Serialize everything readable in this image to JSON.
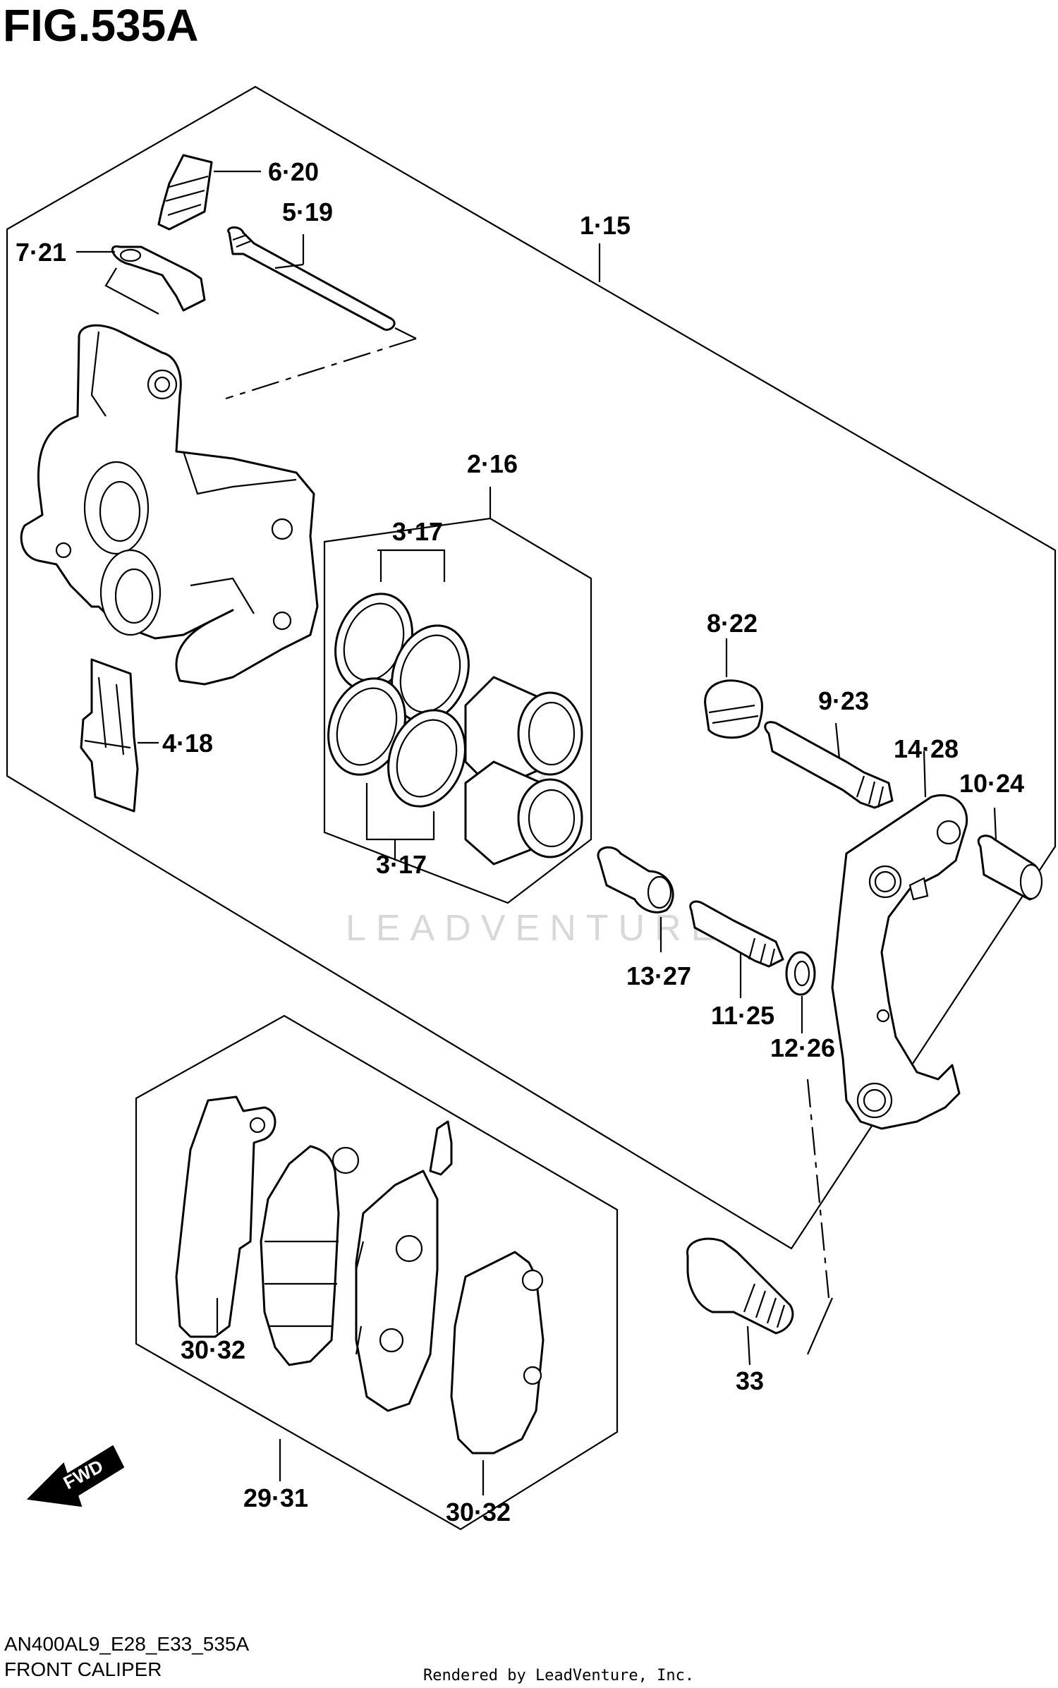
{
  "figure_title": "FIG.535A",
  "model_code": "AN400AL9_E28_E33_535A",
  "section_name": "FRONT CALIPER",
  "credit": "Rendered by LeadVenture, Inc.",
  "watermark": "LEADVENTURE",
  "fwd_label": "FWD",
  "callouts": {
    "c1": "1·15",
    "c2": "2·16",
    "c3a": "3·17",
    "c3b": "3·17",
    "c4": "4·18",
    "c5": "5·19",
    "c6": "6·20",
    "c7": "7·21",
    "c8": "8·22",
    "c9": "9·23",
    "c10": "10·24",
    "c11": "11·25",
    "c12": "12·26",
    "c13": "13·27",
    "c14": "14·28",
    "c29": "29·31",
    "c30a": "30·32",
    "c30b": "30·32",
    "c33": "33"
  }
}
